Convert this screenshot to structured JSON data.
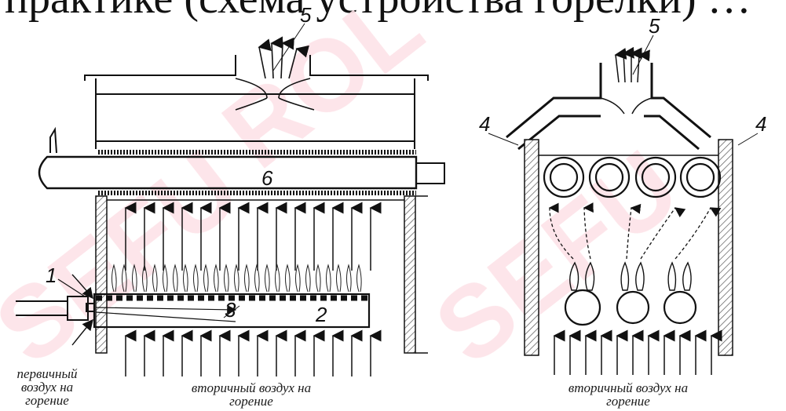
{
  "title_fragment": "практике (схема устройства горелки) …",
  "left_diagram": {
    "labels": {
      "burner": "1",
      "tube": "2",
      "flame_inside": "3",
      "top_outlet": "5",
      "heat_exchanger": "6"
    },
    "caption_primary": [
      "первичный",
      "воздух на",
      "горение"
    ],
    "caption_secondary": [
      "вторичный воздух на",
      "горение"
    ]
  },
  "right_diagram": {
    "labels": {
      "top_outlet": "5",
      "left_side": "4",
      "right_side": "4"
    },
    "caption_secondary": [
      "вторичный воздух на",
      "горение"
    ]
  },
  "watermark": {
    "text": "SEFUROL",
    "color": "#ffe6ea"
  }
}
